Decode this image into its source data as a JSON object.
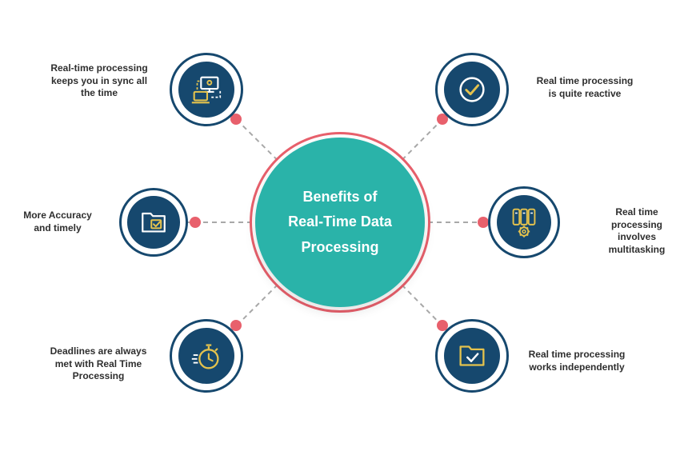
{
  "center": {
    "line1": "Benefits of",
    "line2": "Real-Time Data",
    "line3": "Processing"
  },
  "nodes": [
    {
      "id": "sync",
      "icon": "sync-computers-icon",
      "label": "Real-time processing keeps you in sync all the time"
    },
    {
      "id": "reactive",
      "icon": "check-circle-icon",
      "label": "Real time processing is quite reactive"
    },
    {
      "id": "accuracy",
      "icon": "folder-check-icon",
      "label": "More Accuracy and timely"
    },
    {
      "id": "multitasking",
      "icon": "servers-gear-icon",
      "label": "Real time processing involves multitasking"
    },
    {
      "id": "deadlines",
      "icon": "stopwatch-icon",
      "label": "Deadlines are always met with Real Time Processing"
    },
    {
      "id": "independent",
      "icon": "folder-tick-icon",
      "label": "Real time processing works independently"
    }
  ],
  "colors": {
    "teal": "#2ab3a9",
    "pink": "#e8606c",
    "navy": "#16486e",
    "yellow": "#e4c24d",
    "connector_gray": "#a8a8a8",
    "label_text": "#2e2e2e",
    "background": "#ffffff"
  }
}
